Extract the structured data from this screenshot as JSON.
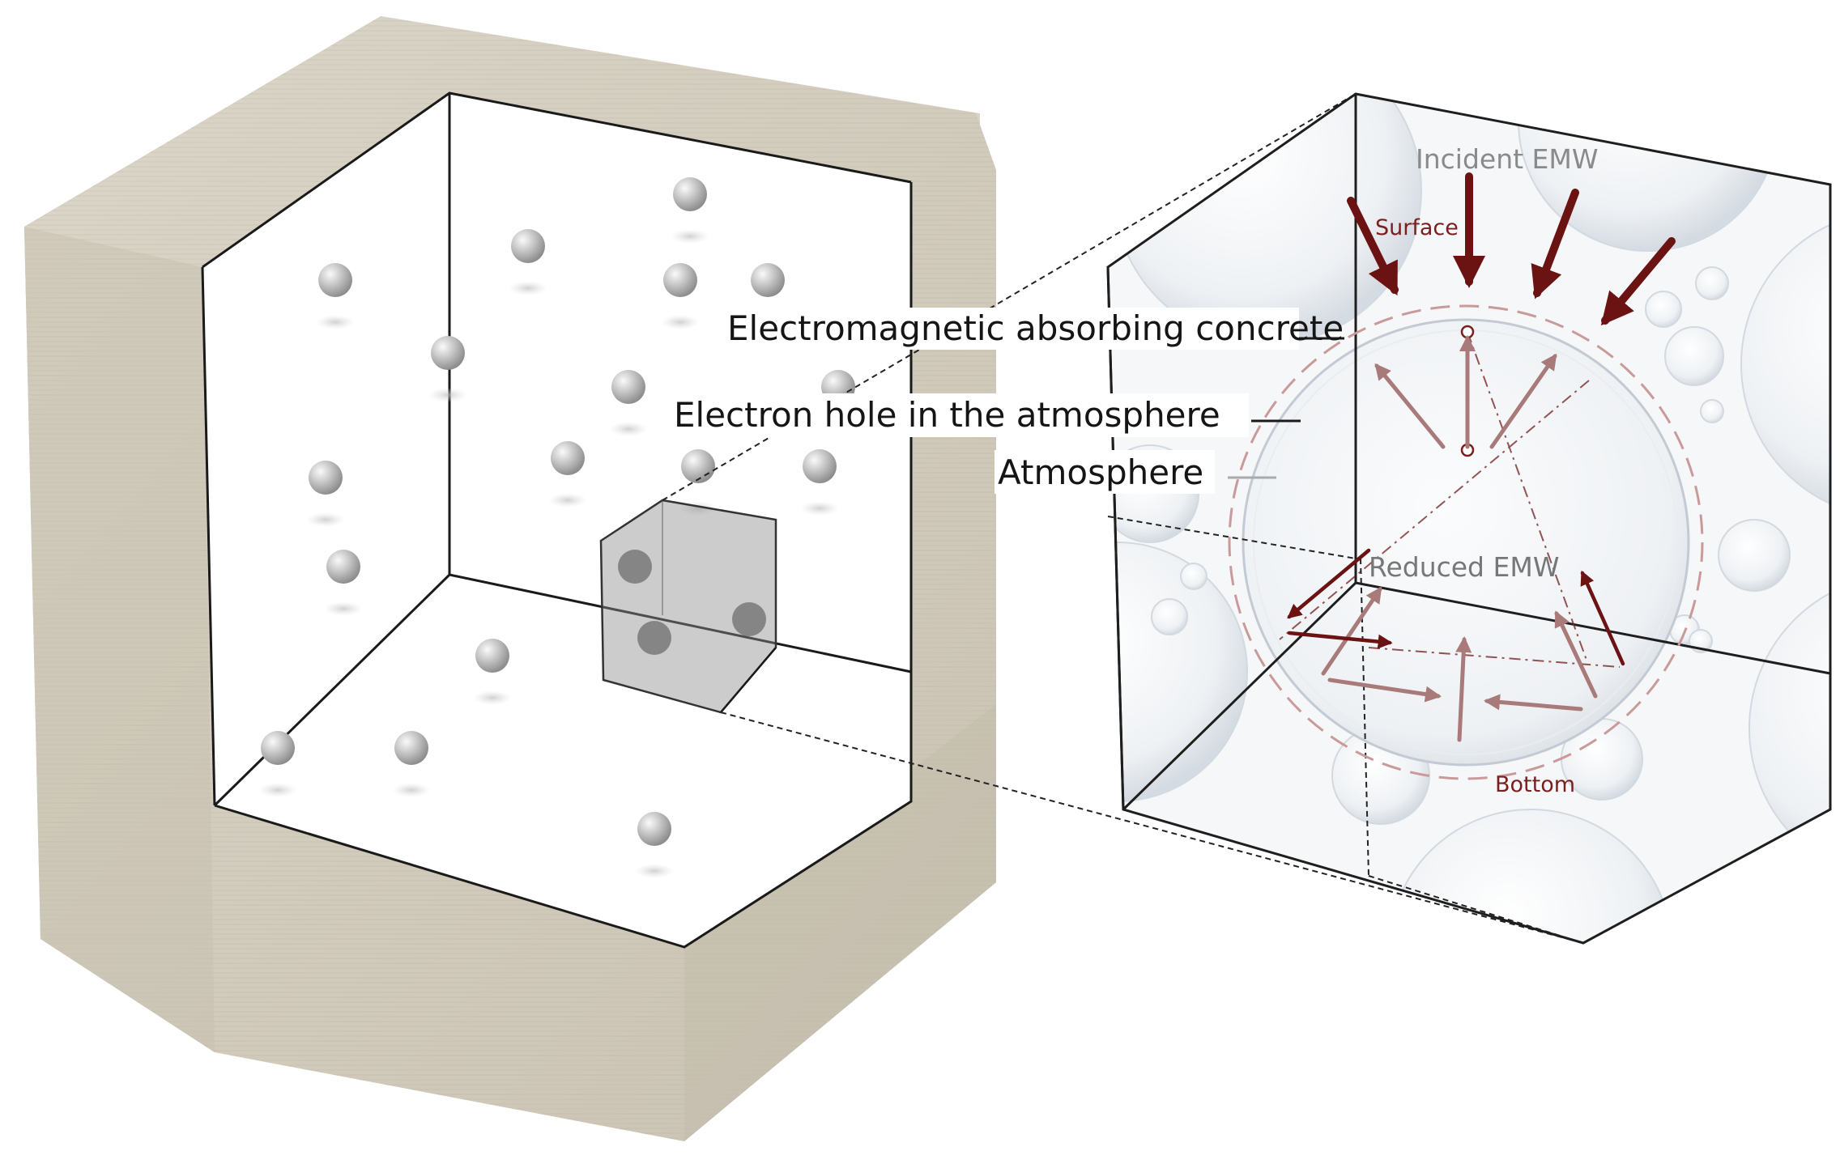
{
  "labels": {
    "concrete": "Electromagnetic absorbing concrete",
    "electron_hole": "Electron hole in the atmosphere",
    "atmosphere": "Atmosphere",
    "incident": "Incident EMW",
    "surface": "Surface",
    "reduced": "Reduced EMW",
    "bottom": "Bottom"
  },
  "colors": {
    "arrow_dark": "#6b1212",
    "arrow_light": "#a87a7a",
    "text_grey": "#8a8a8a",
    "text_red": "#7a1e1e",
    "dashed_circle": "#c99a9a",
    "stone": "#d8d2c4"
  }
}
